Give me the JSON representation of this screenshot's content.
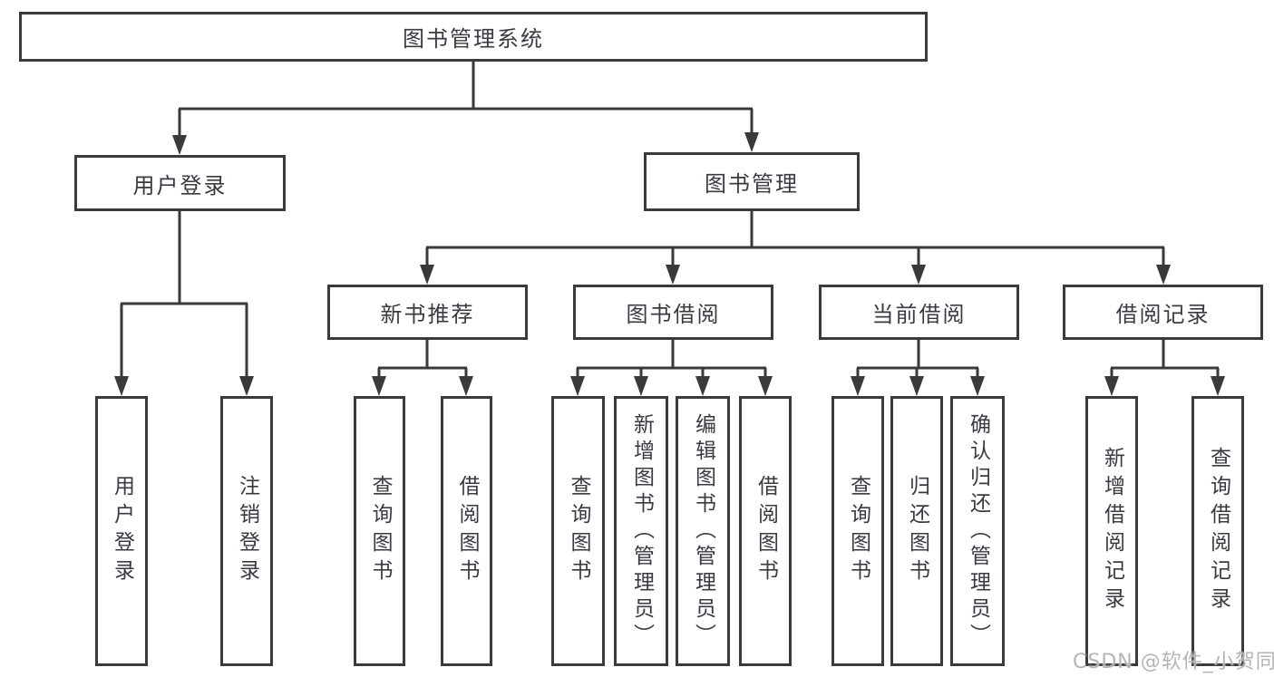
{
  "diagram": {
    "root": {
      "label": "图书管理系统"
    },
    "branches": [
      {
        "label": "用户登录",
        "children": [
          {
            "label": "用户登录"
          },
          {
            "label": "注销登录"
          }
        ]
      },
      {
        "label": "图书管理",
        "children": [
          {
            "label": "新书推荐",
            "children": [
              {
                "label": "查询图书"
              },
              {
                "label": "借阅图书"
              }
            ]
          },
          {
            "label": "图书借阅",
            "children": [
              {
                "label": "查询图书"
              },
              {
                "label": "新增图书（管理员）"
              },
              {
                "label": "编辑图书（管理员）"
              },
              {
                "label": "借阅图书"
              }
            ]
          },
          {
            "label": "当前借阅",
            "children": [
              {
                "label": "查询图书"
              },
              {
                "label": "归还图书"
              },
              {
                "label": "确认归还（管理员）"
              }
            ]
          },
          {
            "label": "借阅记录",
            "children": [
              {
                "label": "新增借阅记录"
              },
              {
                "label": "查询借阅记录"
              }
            ]
          }
        ]
      }
    ]
  },
  "watermark": {
    "text": "CSDN @软件_小贺同学"
  },
  "colors": {
    "line": "#3a3a3a",
    "text": "#383b42",
    "watermark": "#b0b0b0",
    "background": "#ffffff"
  }
}
